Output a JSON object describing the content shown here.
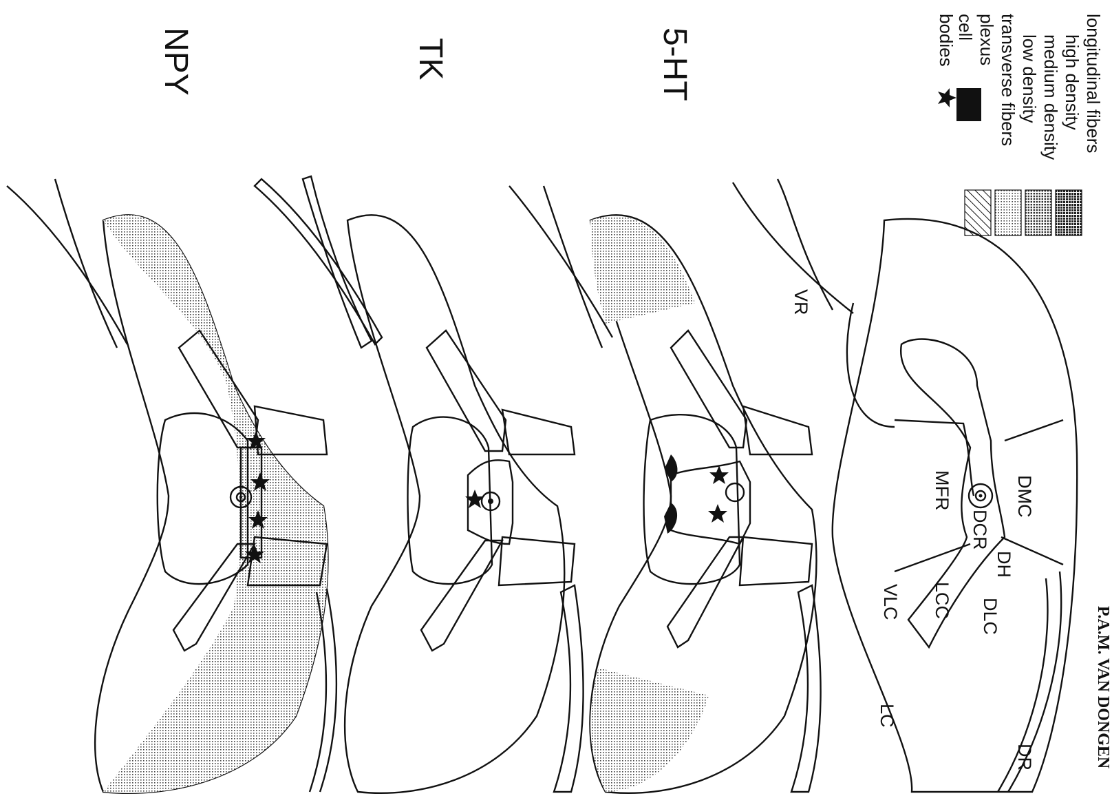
{
  "page": {
    "header": "P.A.M. VAN DONGEN"
  },
  "legend": {
    "longitudinal": "longitudinal fibers",
    "high": "high density",
    "medium": "medium density",
    "low": "low density",
    "transverse": "transverse fibers",
    "plexus": "plexus",
    "cell_line1": "cell",
    "cell_line2": "bodies"
  },
  "sections": [
    {
      "label": "5-HT"
    },
    {
      "label": "TK"
    },
    {
      "label": "NPY"
    }
  ],
  "regions": {
    "vr": "VR",
    "dmc": "DMC",
    "mfr": "MFR",
    "dcr": "DCR",
    "dh": "DH",
    "lcc": "LCC",
    "dlc": "DLC",
    "vlc": "VLC",
    "lc": "LC",
    "dr": "DR"
  },
  "colors": {
    "high": "#4a4a4a",
    "medium": "#8a8a8a",
    "low": "#c4c4c4",
    "plexus": "#111111"
  }
}
